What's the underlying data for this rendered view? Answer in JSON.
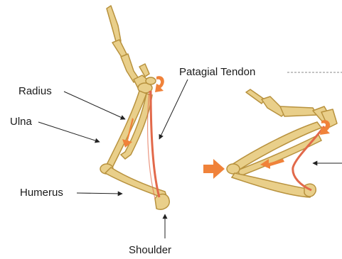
{
  "labels": {
    "radius": "Radius",
    "ulna": "Ulna",
    "humerus": "Humerus",
    "shoulder": "Shoulder",
    "patagial_tendon": "Patagial Tendon"
  },
  "colors": {
    "bone_fill": "#e9cf8a",
    "bone_outline": "#b8923e",
    "tendon": "#e2694a",
    "arrow": "#f0823a",
    "leader_line": "#222222",
    "dashed_line": "#888888"
  }
}
